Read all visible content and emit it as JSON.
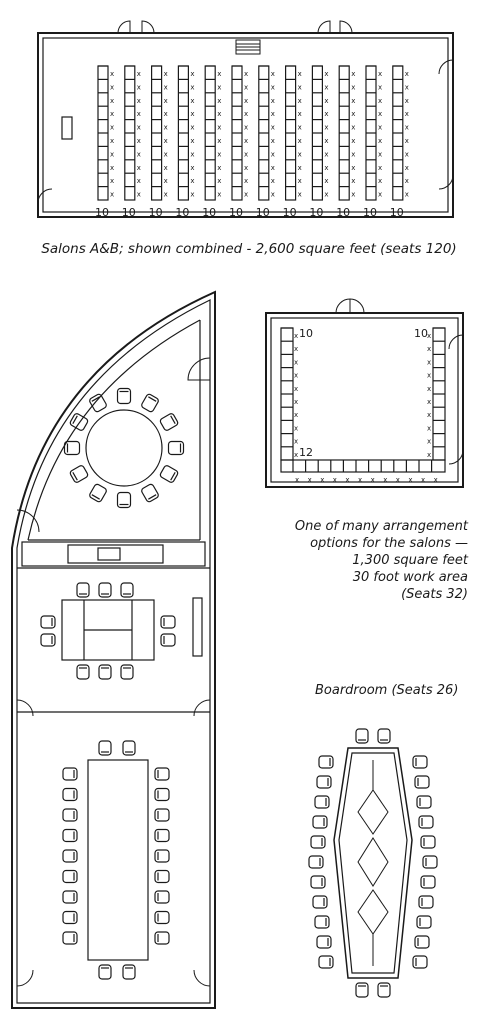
{
  "captions": {
    "salons_ab": "Salons A&B; shown combined - 2,600 square feet (seats 120)",
    "salon_single": [
      "One of many arrangement",
      "options for the salons —",
      "1,300 square feet",
      "30 foot work area",
      "(Seats 32)"
    ],
    "boardroom": "Boardroom (Seats 26)"
  },
  "salons_ab_plan": {
    "column_count": 12,
    "column_seat_label": "10"
  },
  "single_salon_plan": {
    "side_row_label_left": "10",
    "side_row_label_right": "10",
    "bottom_row_label": "12"
  },
  "colors": {
    "line": "#1a1a1a",
    "background": "#ffffff"
  }
}
